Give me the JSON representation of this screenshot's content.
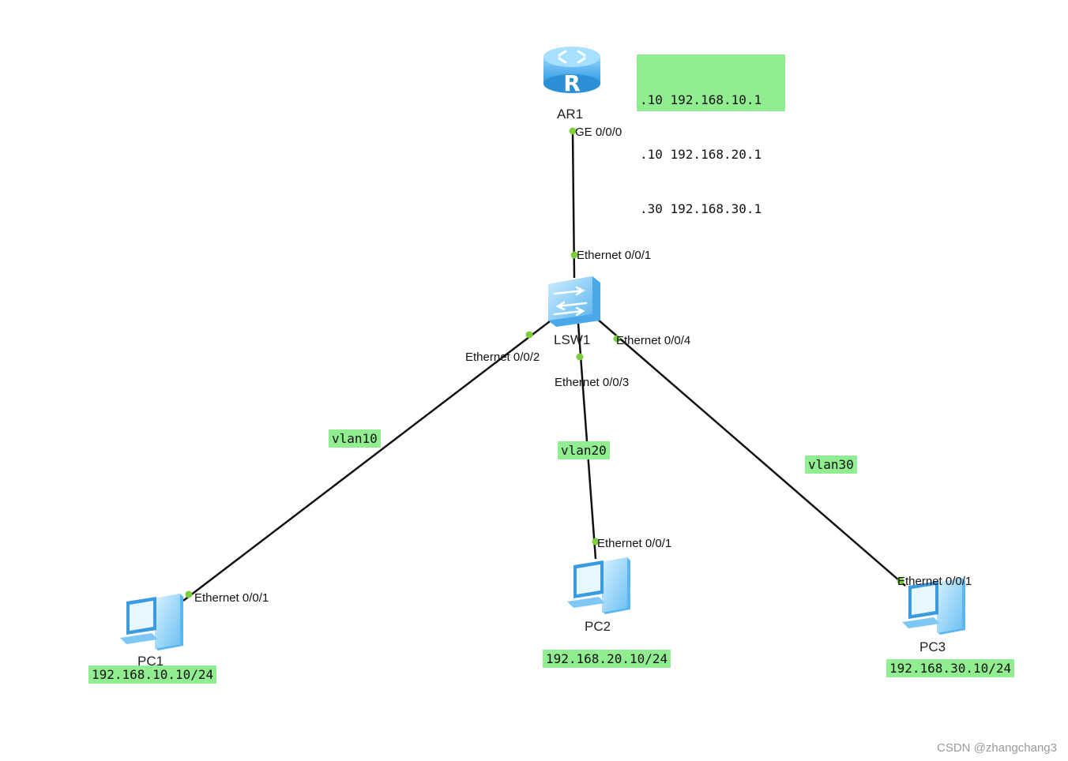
{
  "colors": {
    "note_background": "#90ee90",
    "link": "#111111",
    "port_dot": "#7ccf3a",
    "device_blue": "#4aa8e8"
  },
  "devices": {
    "router": {
      "name": "AR1",
      "icon": "router-icon"
    },
    "switch": {
      "name": "LSW1",
      "icon": "switch-icon"
    },
    "pc1": {
      "name": "PC1",
      "icon": "pc-icon"
    },
    "pc2": {
      "name": "PC2",
      "icon": "pc-icon"
    },
    "pc3": {
      "name": "PC3",
      "icon": "pc-icon"
    }
  },
  "ports": {
    "ar1_ge": "GE 0/0/0",
    "lsw1_e1": "Ethernet 0/0/1",
    "lsw1_e2": "Ethernet 0/0/2",
    "lsw1_e3": "Ethernet 0/0/3",
    "lsw1_e4": "Ethernet 0/0/4",
    "pc1_e1": "Ethernet 0/0/1",
    "pc2_e1": "Ethernet 0/0/1",
    "pc3_e1": "Ethernet 0/0/1"
  },
  "notes": {
    "router_subifs": [
      ".10 192.168.10.1",
      ".10 192.168.20.1",
      ".30 192.168.30.1"
    ],
    "vlan10": "vlan10",
    "vlan20": "vlan20",
    "vlan30": "vlan30",
    "pc1_ip": "192.168.10.10/24",
    "pc2_ip": "192.168.20.10/24",
    "pc3_ip": "192.168.30.10/24"
  },
  "watermark": "CSDN @zhangchang3"
}
